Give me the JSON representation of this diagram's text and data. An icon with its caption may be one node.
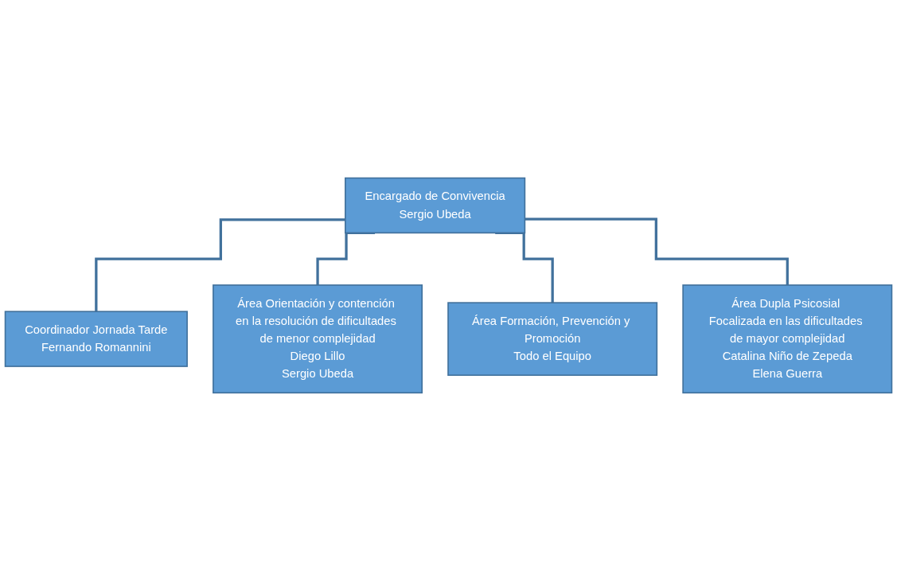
{
  "diagram": {
    "nodes": [
      {
        "text": [
          "Encargado de Convivencia",
          "Sergio Ubeda"
        ]
      },
      {
        "text": [
          "Coordinador Jornada Tarde",
          "Fernando Romannini"
        ]
      },
      {
        "text": [
          "Área Orientación y contención en la resolución de dificultades de menor complejidad",
          "Diego Lillo",
          "Sergio Ubeda"
        ]
      },
      {
        "text": [
          "Área Formación, Prevención y Promoción",
          "Todo el Equipo"
        ]
      },
      {
        "text": [
          "Área Dupla Psicosial Focalizada en las dificultades de mayor complejidad",
          "Catalina Niño de Zepeda",
          "Elena Guerra"
        ]
      }
    ],
    "edges": [
      {
        "from": 0,
        "to": 1,
        "arrow": "none"
      },
      {
        "from": 0,
        "to": 2,
        "arrow": "none"
      },
      {
        "from": 0,
        "to": 3,
        "arrow": "none"
      },
      {
        "from": 0,
        "to": 4,
        "arrow": "none"
      }
    ]
  }
}
